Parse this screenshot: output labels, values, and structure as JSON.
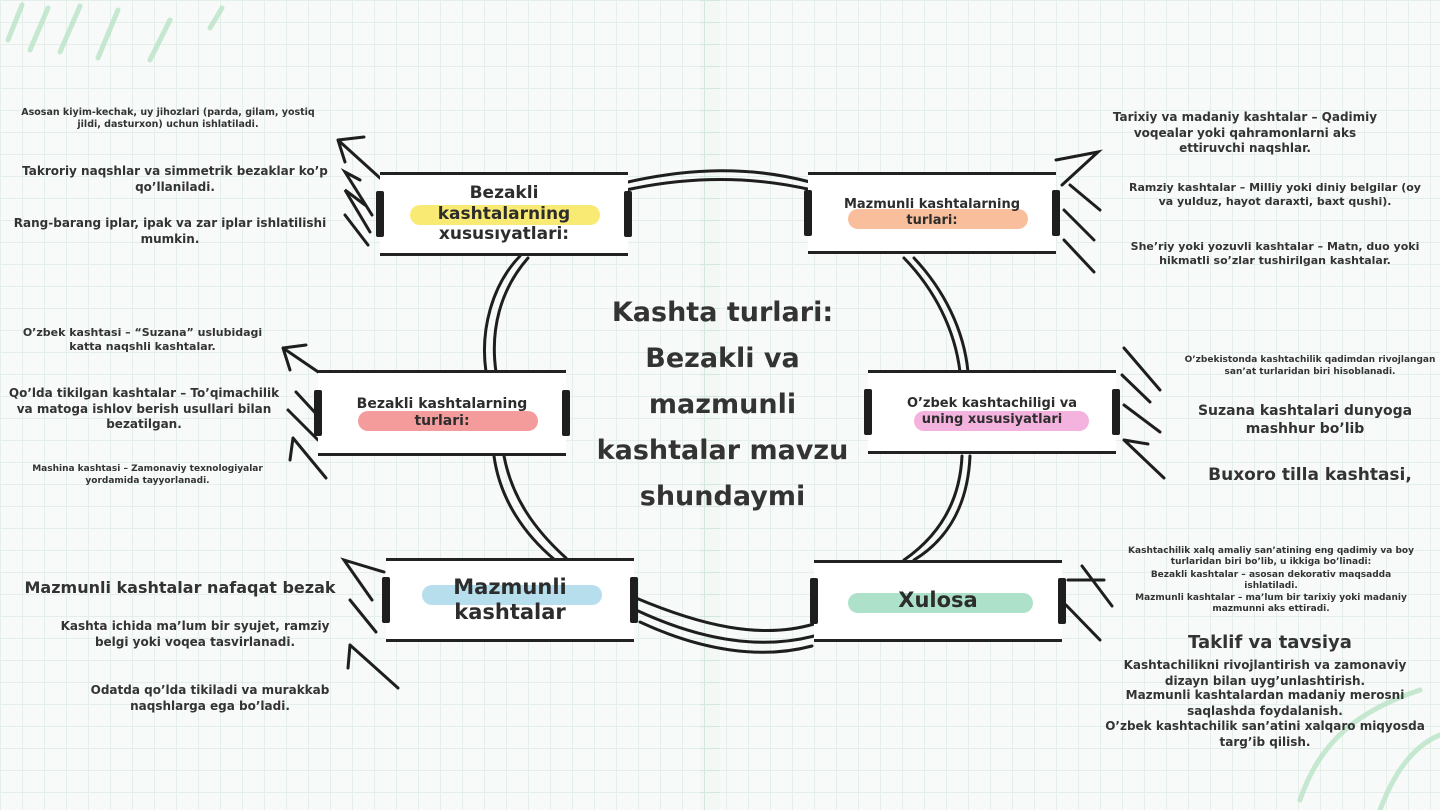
{
  "center_title": {
    "line1": "Kashta turlari:",
    "line2": "Bezakli va",
    "line3": "mazmunli",
    "line4": "kashtalar mavzu",
    "line5": "shundaymi"
  },
  "colors": {
    "yellow": "#f7e65a",
    "orange": "#f8b48c",
    "red": "#f28b8b",
    "pink": "#f2a6d8",
    "blue": "#a9d8ea",
    "green": "#9fdcc0",
    "line": "#1e1e1e",
    "grid": "#d4e7dc"
  },
  "nodes": {
    "bezakli_xususiyatlari": "Bezakli kashtalarning xususıyatlari:",
    "mazmunli_turlari": "Mazmunli kashtalarning turlari:",
    "bezakli_turlari": "Bezakli kashtalarning turlari:",
    "ozbek_kashtachiligi": "O’zbek kashtachiligi va uning xususiyatlari",
    "mazmunli_kashtalar": "Mazmunli kashtalar",
    "xulosa": "Xulosa"
  },
  "notes": {
    "bx1": "Asosan kiyim-kechak, uy jihozlari (parda, gilam, yostiq jildi, dasturxon) uchun ishlatiladi.",
    "bx2": "Takroriy naqshlar va simmetrik bezaklar ko’p qo’llaniladi.",
    "bx3": "Rang-barang iplar, ipak va zar iplar ishlatilishi mumkin.",
    "bt1": "O’zbek kashtasi – “Suzana” uslubidagi katta naqshli kashtalar.",
    "bt2": "Qo’lda tikilgan kashtalar – To’qimachilik va matoga ishlov berish usullari bilan bezatilgan.",
    "bt3": "Mashina kashtasi – Zamonaviy texnologiyalar yordamida tayyorlanadi.",
    "mk1": "Mazmunli kashtalar nafaqat bezak",
    "mk2": "Kashta ichida ma’lum bir syujet, ramziy belgi yoki voqea tasvirlanadi.",
    "mk3": "Odatda qo’lda tikiladi va murakkab naqshlarga ega bo’ladi.",
    "mt1": "Tarixiy va madaniy kashtalar – Qadimiy voqealar yoki qahramonlarni aks ettiruvchi naqshlar.",
    "mt2": "Ramziy kashtalar – Milliy yoki diniy belgilar (oy va yulduz, hayot daraxti, baxt qushi).",
    "mt3": "She’riy yoki yozuvli kashtalar – Matn, duo yoki hikmatli so’zlar tushirilgan kashtalar.",
    "ok1": "O’zbekistonda kashtachilik qadimdan rivojlangan san’at turlaridan biri hisoblanadi.",
    "ok2": "Suzana kashtalari dunyoga mashhur bo’lib",
    "ok3": "Buxoro tilla kashtasi,",
    "x1": "Kashtachilik xalq amaliy san’atining eng qadimiy va boy turlaridan biri bo’lib, u ikkiga bo’linadi:",
    "x2": "Bezakli kashtalar – asosan dekorativ maqsadda ishlatiladi.",
    "x3": "Mazmunli kashtalar – ma’lum bir tarixiy yoki madaniy mazmunni aks ettiradi.",
    "x_heading": "Taklif va tavsiya",
    "x4": "Kashtachilikni rivojlantirish va zamonaviy dizayn bilan uyg’unlashtirish.",
    "x5": "Mazmunli kashtalardan madaniy merosni saqlashda foydalanish.",
    "x6": "O’zbek kashtachilik san’atini xalqaro miqyosda targ’ib qilish."
  }
}
